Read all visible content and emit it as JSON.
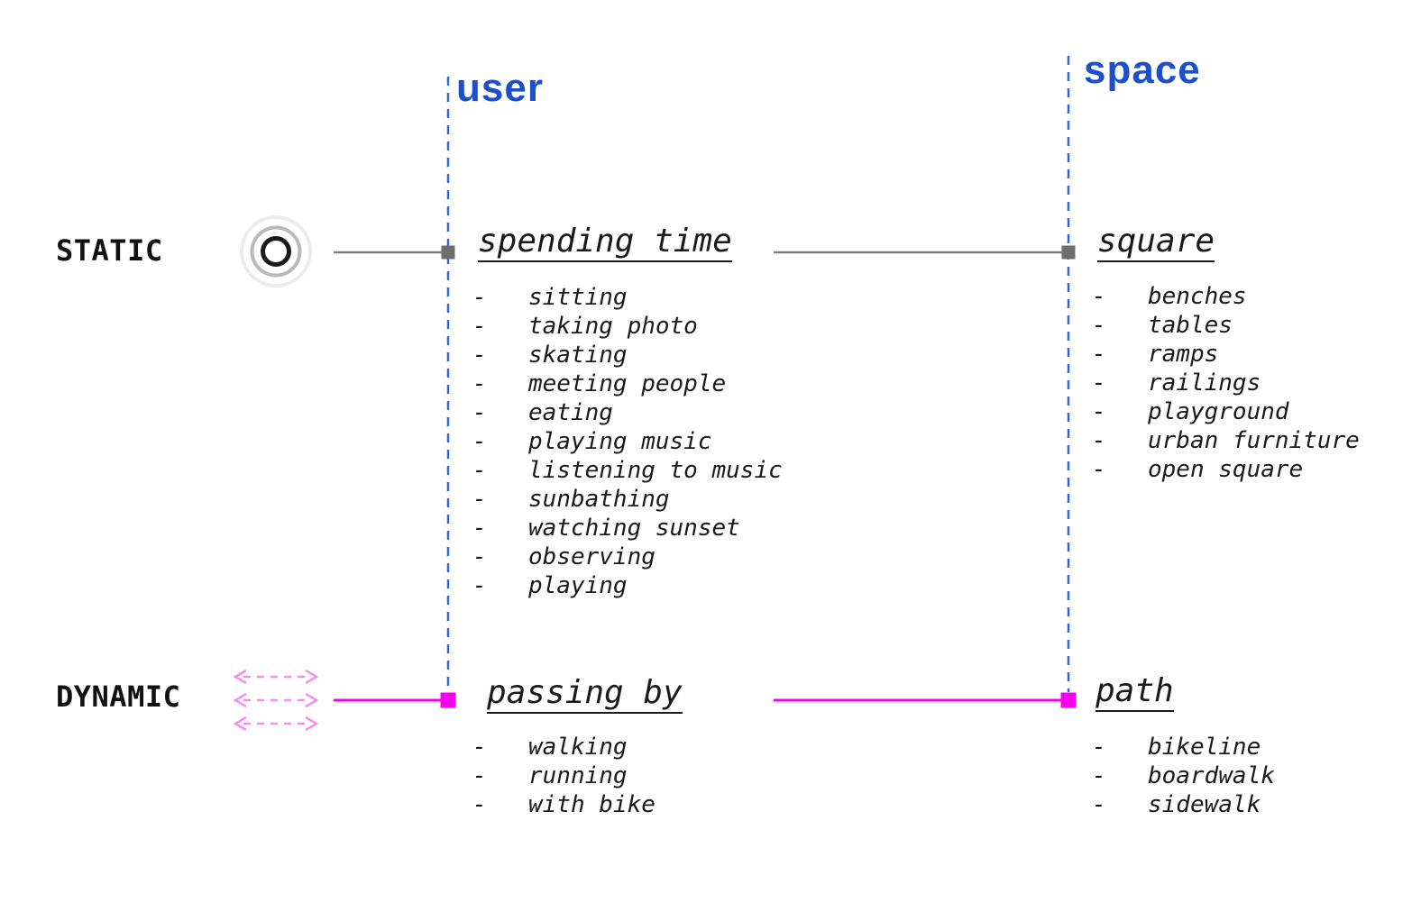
{
  "columns": {
    "user": {
      "label": "user"
    },
    "space": {
      "label": "space"
    }
  },
  "rows": {
    "static": {
      "label": "STATIC",
      "user": {
        "heading": "spending time",
        "items": [
          "sitting",
          "taking photo",
          "skating",
          "meeting people",
          "eating",
          "playing music",
          "listening to music",
          "sunbathing",
          "watching sunset",
          "observing",
          "playing"
        ]
      },
      "space": {
        "heading": "square",
        "items": [
          "benches",
          "tables",
          "ramps",
          "railings",
          "playground",
          "urban furniture",
          "open square"
        ]
      }
    },
    "dynamic": {
      "label": "DYNAMIC",
      "user": {
        "heading": "passing by",
        "items": [
          "walking",
          "running",
          "with bike"
        ]
      },
      "space": {
        "heading": "path",
        "items": [
          "bikeline",
          "boardwalk",
          "sidewalk"
        ]
      }
    }
  },
  "list_bullet": "-",
  "icons": {
    "static_row": "concentric-circles-icon",
    "dynamic_row": "dashed-arrows-icon"
  },
  "colors": {
    "column_blue": "#1d50c8",
    "guide_blue": "#3567d3",
    "magenta": "#f800ef",
    "arrow_pink": "#f48fec",
    "connector_gray": "#7d7d7d",
    "marker_gray": "#6e6e6e",
    "text_dark": "#1a1a1a"
  }
}
